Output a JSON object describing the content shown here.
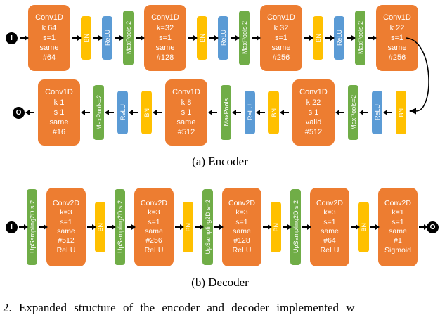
{
  "colors": {
    "conv": "#ED7D31",
    "bn": "#FFC000",
    "relu": "#5B9BD5",
    "pool": "#70AD47",
    "io": "#000000"
  },
  "encoder": {
    "caption": "(a) Encoder",
    "row1": {
      "direction": "right",
      "nodes": [
        {
          "kind": "io",
          "label": "I",
          "name": "encoder-input"
        },
        {
          "kind": "conv",
          "lines": [
            "Conv1D",
            "k 64",
            "s=1",
            "same",
            "#64"
          ]
        },
        {
          "kind": "tag",
          "color": "bn",
          "label": "BN"
        },
        {
          "kind": "tag",
          "color": "relu",
          "label": "ReLU"
        },
        {
          "kind": "tag",
          "color": "pool",
          "label": "MaxPools 2"
        },
        {
          "kind": "conv",
          "lines": [
            "Conv1D",
            "k=32",
            "s=1",
            "same",
            "#128"
          ]
        },
        {
          "kind": "tag",
          "color": "bn",
          "label": "BN"
        },
        {
          "kind": "tag",
          "color": "relu",
          "label": "ReLU"
        },
        {
          "kind": "tag",
          "color": "pool",
          "label": "MaxPools 2"
        },
        {
          "kind": "conv",
          "lines": [
            "Conv1D",
            "k 32",
            "s=1",
            "same",
            "#256"
          ]
        },
        {
          "kind": "tag",
          "color": "bn",
          "label": "BN"
        },
        {
          "kind": "tag",
          "color": "relu",
          "label": "ReLU"
        },
        {
          "kind": "tag",
          "color": "pool",
          "label": "MaxPools 2"
        },
        {
          "kind": "conv",
          "lines": [
            "Conv1D",
            "k 22",
            "s=1",
            "same",
            "#256"
          ]
        }
      ]
    },
    "row2": {
      "direction": "left",
      "nodes": [
        {
          "kind": "io",
          "label": "O",
          "name": "encoder-output"
        },
        {
          "kind": "conv",
          "lines": [
            "Conv1D",
            "k 1",
            "s 1",
            "same",
            "#16"
          ]
        },
        {
          "kind": "tag",
          "color": "pool",
          "label": "MaxPools=2"
        },
        {
          "kind": "tag",
          "color": "relu",
          "label": "ReLU"
        },
        {
          "kind": "tag",
          "color": "bn",
          "label": "BN"
        },
        {
          "kind": "conv",
          "lines": [
            "Conv1D",
            "k 8",
            "s 1",
            "same",
            "#512"
          ]
        },
        {
          "kind": "tag",
          "color": "pool",
          "label": "MaxPools"
        },
        {
          "kind": "tag",
          "color": "relu",
          "label": "ReLU"
        },
        {
          "kind": "tag",
          "color": "bn",
          "label": "BN"
        },
        {
          "kind": "conv",
          "lines": [
            "Conv1D",
            "k 22",
            "s 1",
            "valid",
            "#512"
          ]
        },
        {
          "kind": "tag",
          "color": "pool",
          "label": "MaxPools=2"
        },
        {
          "kind": "tag",
          "color": "relu",
          "label": "ReLU"
        },
        {
          "kind": "tag",
          "color": "bn",
          "label": "BN"
        }
      ]
    }
  },
  "decoder": {
    "caption": "(b) Decoder",
    "row": {
      "direction": "right",
      "nodes": [
        {
          "kind": "io",
          "label": "I",
          "name": "decoder-input"
        },
        {
          "kind": "tag",
          "color": "pool",
          "label": "UpSampling2D s 2"
        },
        {
          "kind": "conv",
          "lines": [
            "Conv2D",
            "k=3",
            "s=1",
            "same",
            "#512",
            "ReLU"
          ]
        },
        {
          "kind": "tag",
          "color": "bn",
          "label": "BN"
        },
        {
          "kind": "tag",
          "color": "pool",
          "label": "UpSampling2D s 2"
        },
        {
          "kind": "conv",
          "lines": [
            "Conv2D",
            "k=3",
            "s=1",
            "same",
            "#256",
            "ReLU"
          ]
        },
        {
          "kind": "tag",
          "color": "bn",
          "label": "BN"
        },
        {
          "kind": "tag",
          "color": "pool",
          "label": "UpSampling2D s=2"
        },
        {
          "kind": "conv",
          "lines": [
            "Conv2D",
            "k=3",
            "s=1",
            "same",
            "#128",
            "ReLU"
          ]
        },
        {
          "kind": "tag",
          "color": "bn",
          "label": "BN"
        },
        {
          "kind": "tag",
          "color": "pool",
          "label": "UpSampling2D s 2"
        },
        {
          "kind": "conv",
          "lines": [
            "Conv2D",
            "k=3",
            "s=1",
            "same",
            "#64",
            "ReLU"
          ]
        },
        {
          "kind": "tag",
          "color": "bn",
          "label": "BN"
        },
        {
          "kind": "conv",
          "lines": [
            "Conv2D",
            "k=1",
            "s=1",
            "same",
            "#1",
            "Sigmoid"
          ]
        },
        {
          "kind": "io",
          "label": "O",
          "name": "decoder-output"
        }
      ]
    }
  },
  "figure_caption": "2.   Expanded structure of the encoder and decoder implemented w"
}
